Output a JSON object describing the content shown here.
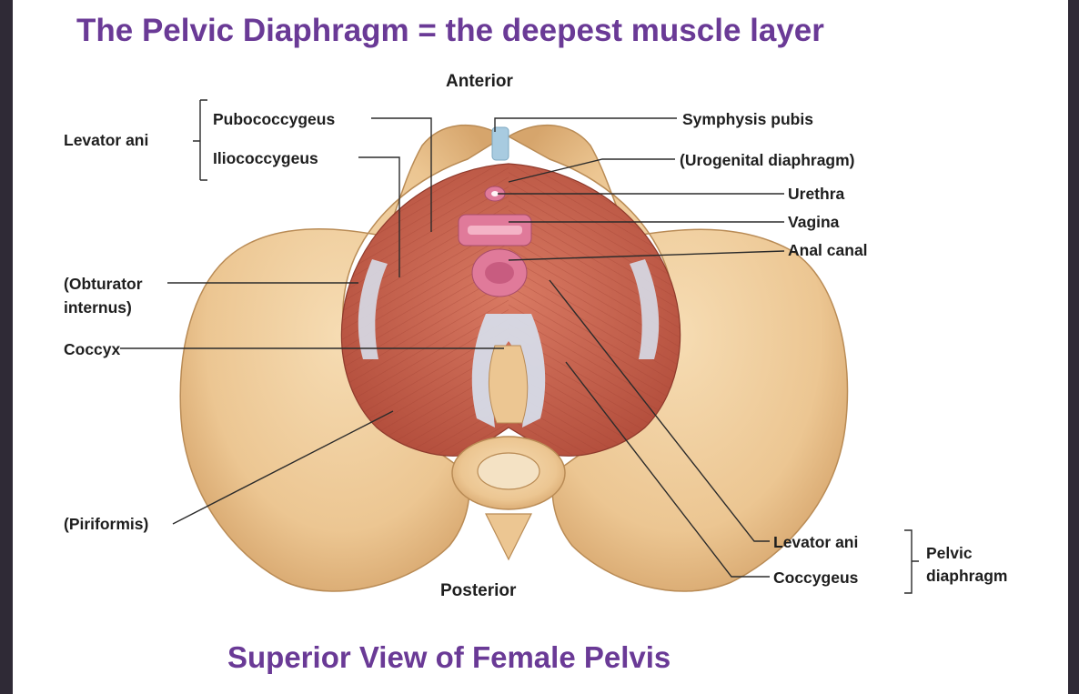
{
  "title": "The Pelvic Diaphragm = the deepest muscle layer",
  "subtitle": "Superior View of Female Pelvis",
  "orientation": {
    "anterior": "Anterior",
    "posterior": "Posterior"
  },
  "labels": {
    "levator_ani_group": "Levator ani",
    "pubococcygeus": "Pubococcygeus",
    "iliococcygeus": "Iliococcygeus",
    "obturator_line1": "(Obturator",
    "obturator_line2": "internus)",
    "coccyx": "Coccyx",
    "piriformis": "(Piriformis)",
    "symphysis_pubis": "Symphysis pubis",
    "urogenital_diaphragm": "(Urogenital diaphragm)",
    "urethra": "Urethra",
    "vagina": "Vagina",
    "anal_canal": "Anal canal",
    "levator_ani": "Levator ani",
    "coccygeus": "Coccygeus",
    "pelvic_line1": "Pelvic",
    "pelvic_line2": "diaphragm"
  },
  "colors": {
    "title": "#6a3a96",
    "bone": "#ecc692",
    "muscle": "#c9614d",
    "tendon": "#d6dbe8",
    "orifice": "#e07a9a"
  }
}
